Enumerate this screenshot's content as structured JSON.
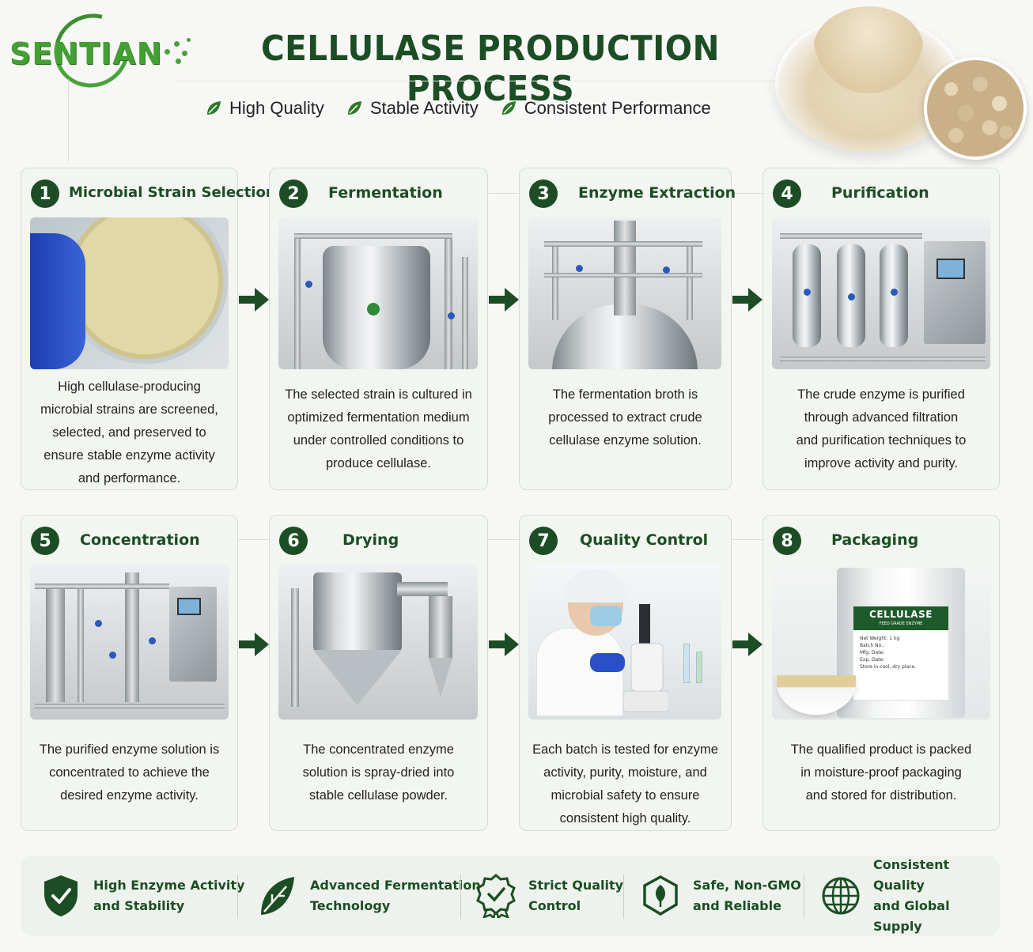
{
  "brand": {
    "logo_text": "SENTIAN"
  },
  "title": "CELLULASE PRODUCTION PROCESS",
  "taglines": [
    "High Quality",
    "Stable Activity",
    "Consistent Performance"
  ],
  "colors": {
    "primary": "#1c4d24",
    "accent": "#4aa33a",
    "card_bg": "#f2f5f0"
  },
  "steps": [
    {
      "number": "1",
      "title": "Microbial Strain Selection",
      "lines": [
        "High cellulase-producing",
        "microbial strains are screened,",
        "selected, and preserved to",
        "ensure stable enzyme activity",
        "and performance."
      ]
    },
    {
      "number": "2",
      "title": "Fermentation",
      "lines": [
        "The selected strain is cultured in",
        "optimized fermentation medium",
        "under controlled conditions to",
        "produce cellulase."
      ]
    },
    {
      "number": "3",
      "title": "Enzyme Extraction",
      "lines": [
        "The fermentation broth is",
        "processed to extract crude",
        "cellulase enzyme solution."
      ]
    },
    {
      "number": "4",
      "title": "Purification",
      "lines": [
        "The crude enzyme is purified",
        "through advanced filtration",
        "and purification techniques to",
        "improve activity and purity."
      ]
    },
    {
      "number": "5",
      "title": "Concentration",
      "lines": [
        "The purified enzyme solution is",
        "concentrated to achieve the",
        "desired enzyme activity."
      ]
    },
    {
      "number": "6",
      "title": "Drying",
      "lines": [
        "The concentrated enzyme",
        "solution is spray-dried into",
        "stable cellulase powder."
      ]
    },
    {
      "number": "7",
      "title": "Quality Control",
      "lines": [
        "Each batch is tested for enzyme",
        "activity, purity, moisture, and",
        "microbial safety to ensure",
        "consistent high quality."
      ]
    },
    {
      "number": "8",
      "title": "Packaging",
      "lines": [
        "The qualified product is packed",
        "in moisture-proof packaging",
        "and stored for distribution."
      ]
    }
  ],
  "package_label": {
    "name": "CELLULASE",
    "sub": "FEED GRADE ENZYME",
    "fields": [
      "Net Weight: 1 kg",
      "Batch No.:",
      "Mfg. Date:",
      "Exp. Date:",
      "Store in cool, dry place."
    ]
  },
  "features": [
    {
      "icon": "shield-check-icon",
      "line1": "High Enzyme Activity",
      "line2": "and Stability"
    },
    {
      "icon": "leaf-icon",
      "line1": "Advanced Fermentation",
      "line2": "Technology"
    },
    {
      "icon": "quality-badge-icon",
      "line1": "Strict Quality",
      "line2": "Control"
    },
    {
      "icon": "hexagon-leaf-icon",
      "line1": "Safe, Non-GMO",
      "line2": "and Reliable"
    },
    {
      "icon": "globe-icon",
      "line1": "Consistent Quality",
      "line2": "and Global Supply"
    }
  ]
}
